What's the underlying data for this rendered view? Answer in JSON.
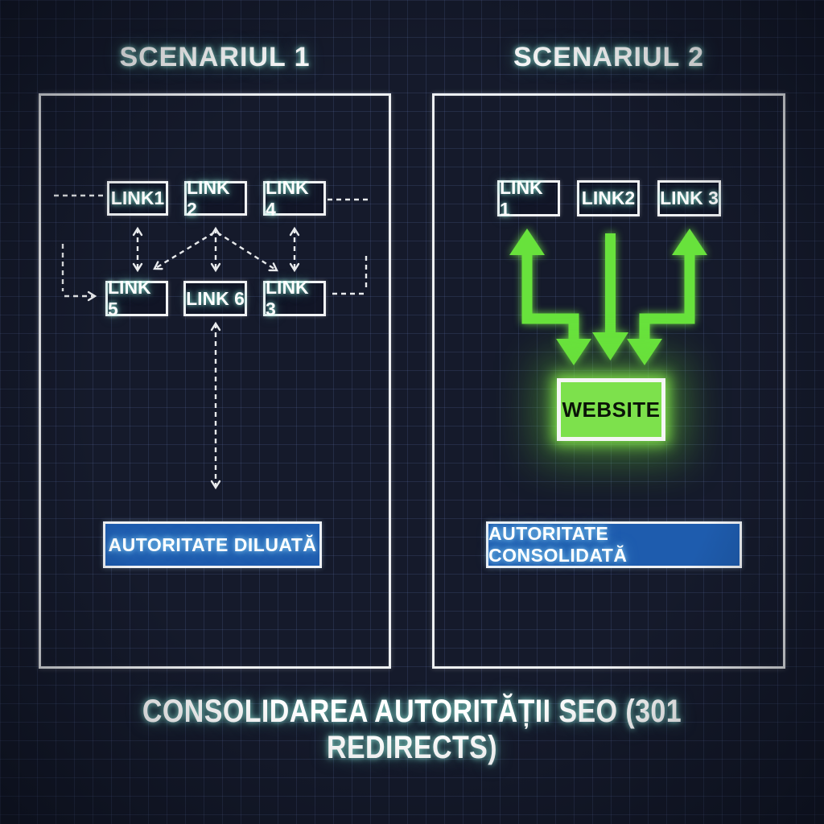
{
  "titles": {
    "scenario1": "SCENARIUL 1",
    "scenario2": "SCENARIUL 2",
    "footer": "CONSOLIDAREA AUTORITĂȚII SEO (301 REDIRECTS)"
  },
  "scenario1": {
    "links_top": [
      "LINK1",
      "LINK 2",
      "LINK 4"
    ],
    "links_bottom": [
      "LINK 5",
      "LINK 6",
      "LINK 3"
    ],
    "banner": "AUTORITATE DILUATĂ"
  },
  "scenario2": {
    "links": [
      "LINK 1",
      "LINK2",
      "LINK 3"
    ],
    "website": "WEBSITE",
    "banner": "AUTORITATE CONSOLIDATĂ"
  },
  "colors": {
    "background": "#151a2b",
    "grid_line": "#3a4565",
    "panel_border": "#eef0f2",
    "text_glow": "#8ce6d7",
    "green_accent": "#68e23c",
    "website_fill": "#7de14c",
    "banner_blue": "#1e5cae",
    "text_white": "#ffffff",
    "website_text": "#0b1408"
  }
}
